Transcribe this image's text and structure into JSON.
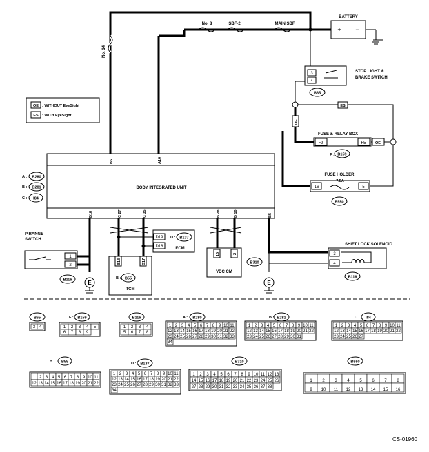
{
  "legend": {
    "oe_code": "OE",
    "oe_text": ": WITHOUT EyeSight",
    "es_code": "ES",
    "es_text": ": WITH EyeSight"
  },
  "components": {
    "battery": "BATTERY",
    "fuse_no8": "No. 8",
    "sbf2": "SBF-2",
    "main_sbf": "MAIN SBF",
    "fuse_no14": "No. 14",
    "stop_light_l1": "STOP LIGHT &",
    "stop_light_l2": "BRAKE SWITCH",
    "fuse_relay_box": "FUSE & RELAY BOX",
    "fuse_holder": "FUSE HOLDER",
    "fuse_rating": "7.5A",
    "biu": "BODY INTEGRATED UNIT",
    "p_range_l1": "P RANGE",
    "p_range_l2": "SWITCH",
    "ecm": "ECM",
    "tcm": "TCM",
    "vdc_cm": "VDC CM",
    "shift_lock": "SHIFT LOCK SOLENOID",
    "ground": "E",
    "wire_oe": "OE",
    "wire_es": "ES"
  },
  "connector_ids": {
    "b65": "B65",
    "f_prefix": "F :",
    "b159": "B159",
    "b550": "B550",
    "a_prefix": "A :",
    "b280": "B280",
    "b_prefix": "B :",
    "b281": "B281",
    "c_prefix": "C :",
    "i84": "I84",
    "b116": "B116",
    "d_prefix": "D :",
    "b137": "B137",
    "b55": "B55",
    "b310": "B310"
  },
  "pins": {
    "sl_3": "3",
    "sl_4": "4",
    "f9": "F9",
    "f5": "F5",
    "fh_16": "16",
    "fh_5": "5",
    "oe_box": "OE",
    "b6": "B6",
    "a10": "A10",
    "b18": "B18",
    "c27": "C 27",
    "c35": "C 35",
    "b28": "B 28",
    "b10": "B 10",
    "b5": "B5",
    "pr_1": "1",
    "pr_2": "2",
    "d19": "D19",
    "d18": "D18",
    "tcm_b18": "B18",
    "tcm_b17": "B17",
    "vdc_15": "15",
    "vdc_2": "2",
    "sls_3": "3",
    "sls_4": "4"
  },
  "connector_faces": {
    "b65": [
      "3",
      "4"
    ],
    "b159": [
      "1",
      "2",
      "3",
      "4",
      "5",
      "6",
      "7",
      "8",
      "9"
    ],
    "b116": [
      "1",
      "2",
      "3",
      "4",
      "5",
      "6",
      "7",
      "8"
    ],
    "b280": [
      "1",
      "2",
      "3",
      "4",
      "5",
      "6",
      "7",
      "8",
      "9",
      "10",
      "11",
      "12",
      "13",
      "14",
      "15",
      "16",
      "17",
      "18",
      "19",
      "20",
      "21",
      "22",
      "23",
      "24",
      "25",
      "26",
      "27",
      "28",
      "29",
      "30",
      "31",
      "32",
      "33",
      "34"
    ],
    "b281": [
      "1",
      "2",
      "3",
      "4",
      "5",
      "6",
      "7",
      "8",
      "9",
      "10",
      "11",
      "12",
      "13",
      "14",
      "15",
      "16",
      "17",
      "18",
      "19",
      "20",
      "21",
      "22",
      "23",
      "24",
      "25",
      "26",
      "27",
      "28",
      "29",
      "30",
      "31"
    ],
    "i84": [
      "1",
      "2",
      "3",
      "4",
      "5",
      "6",
      "7",
      "8",
      "9",
      "10",
      "11",
      "12",
      "13",
      "14",
      "15",
      "16",
      "17",
      "18",
      "19",
      "20",
      "21",
      "22",
      "23",
      "24",
      "25",
      "26",
      "27"
    ],
    "b55": [
      "1",
      "2",
      "3",
      "4",
      "5",
      "6",
      "7",
      "8",
      "9",
      "10",
      "11",
      "12",
      "13",
      "14",
      "15",
      "16",
      "17",
      "18",
      "19",
      "20",
      "21",
      "22"
    ],
    "b137": [
      "1",
      "2",
      "3",
      "4",
      "5",
      "6",
      "7",
      "8",
      "9",
      "10",
      "11",
      "12",
      "13",
      "14",
      "15",
      "16",
      "17",
      "18",
      "19",
      "20",
      "21",
      "22",
      "23",
      "24",
      "25",
      "26",
      "27",
      "28",
      "29",
      "30",
      "31",
      "32",
      "33",
      "34"
    ],
    "b310": [
      "1",
      "2",
      "3",
      "4",
      "5",
      "6",
      "7",
      "8",
      "9",
      "10",
      "11",
      "12",
      "13",
      "14",
      "15",
      "16",
      "17",
      "18",
      "19",
      "20",
      "21",
      "22",
      "23",
      "24",
      "25",
      "26",
      "27",
      "28",
      "29",
      "30",
      "31",
      "32",
      "33",
      "34",
      "35",
      "36",
      "37",
      "38"
    ],
    "b550": [
      "1",
      "2",
      "3",
      "4",
      "5",
      "6",
      "7",
      "8",
      "9",
      "10",
      "11",
      "12",
      "13",
      "14",
      "15",
      "16"
    ]
  },
  "code": "CS-01960"
}
